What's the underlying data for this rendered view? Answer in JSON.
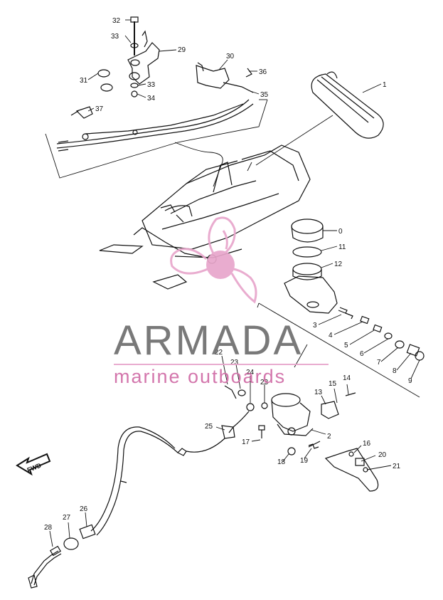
{
  "callouts": {
    "c0": "0",
    "c1": "1",
    "c2": "2",
    "c3": "3",
    "c4": "4",
    "c5": "5",
    "c6": "6",
    "c7": "7",
    "c8": "8",
    "c9": "9",
    "c11": "11",
    "c12": "12",
    "c13": "13",
    "c14": "14",
    "c15": "15",
    "c16": "16",
    "c17": "17",
    "c18": "18",
    "c19": "19",
    "c20": "20",
    "c21": "21",
    "c22": "22",
    "c23a": "23",
    "c23b": "23",
    "c24": "24",
    "c25": "25",
    "c26": "26",
    "c27": "27",
    "c28": "28",
    "c29": "29",
    "c30": "30",
    "c31": "31",
    "c32": "32",
    "c33a": "33",
    "c33b": "33",
    "c34": "34",
    "c35": "35",
    "c36": "36",
    "c37": "37"
  },
  "direction_marker": "FWD",
  "watermark": {
    "title": "ARMADA",
    "subtitle": "marine outboards",
    "colors": {
      "title": "#6e6e6e",
      "subtitle": "#d06ba5",
      "propeller": "#e8a6cb"
    }
  },
  "colors": {
    "line": "#111111",
    "background": "#ffffff"
  }
}
